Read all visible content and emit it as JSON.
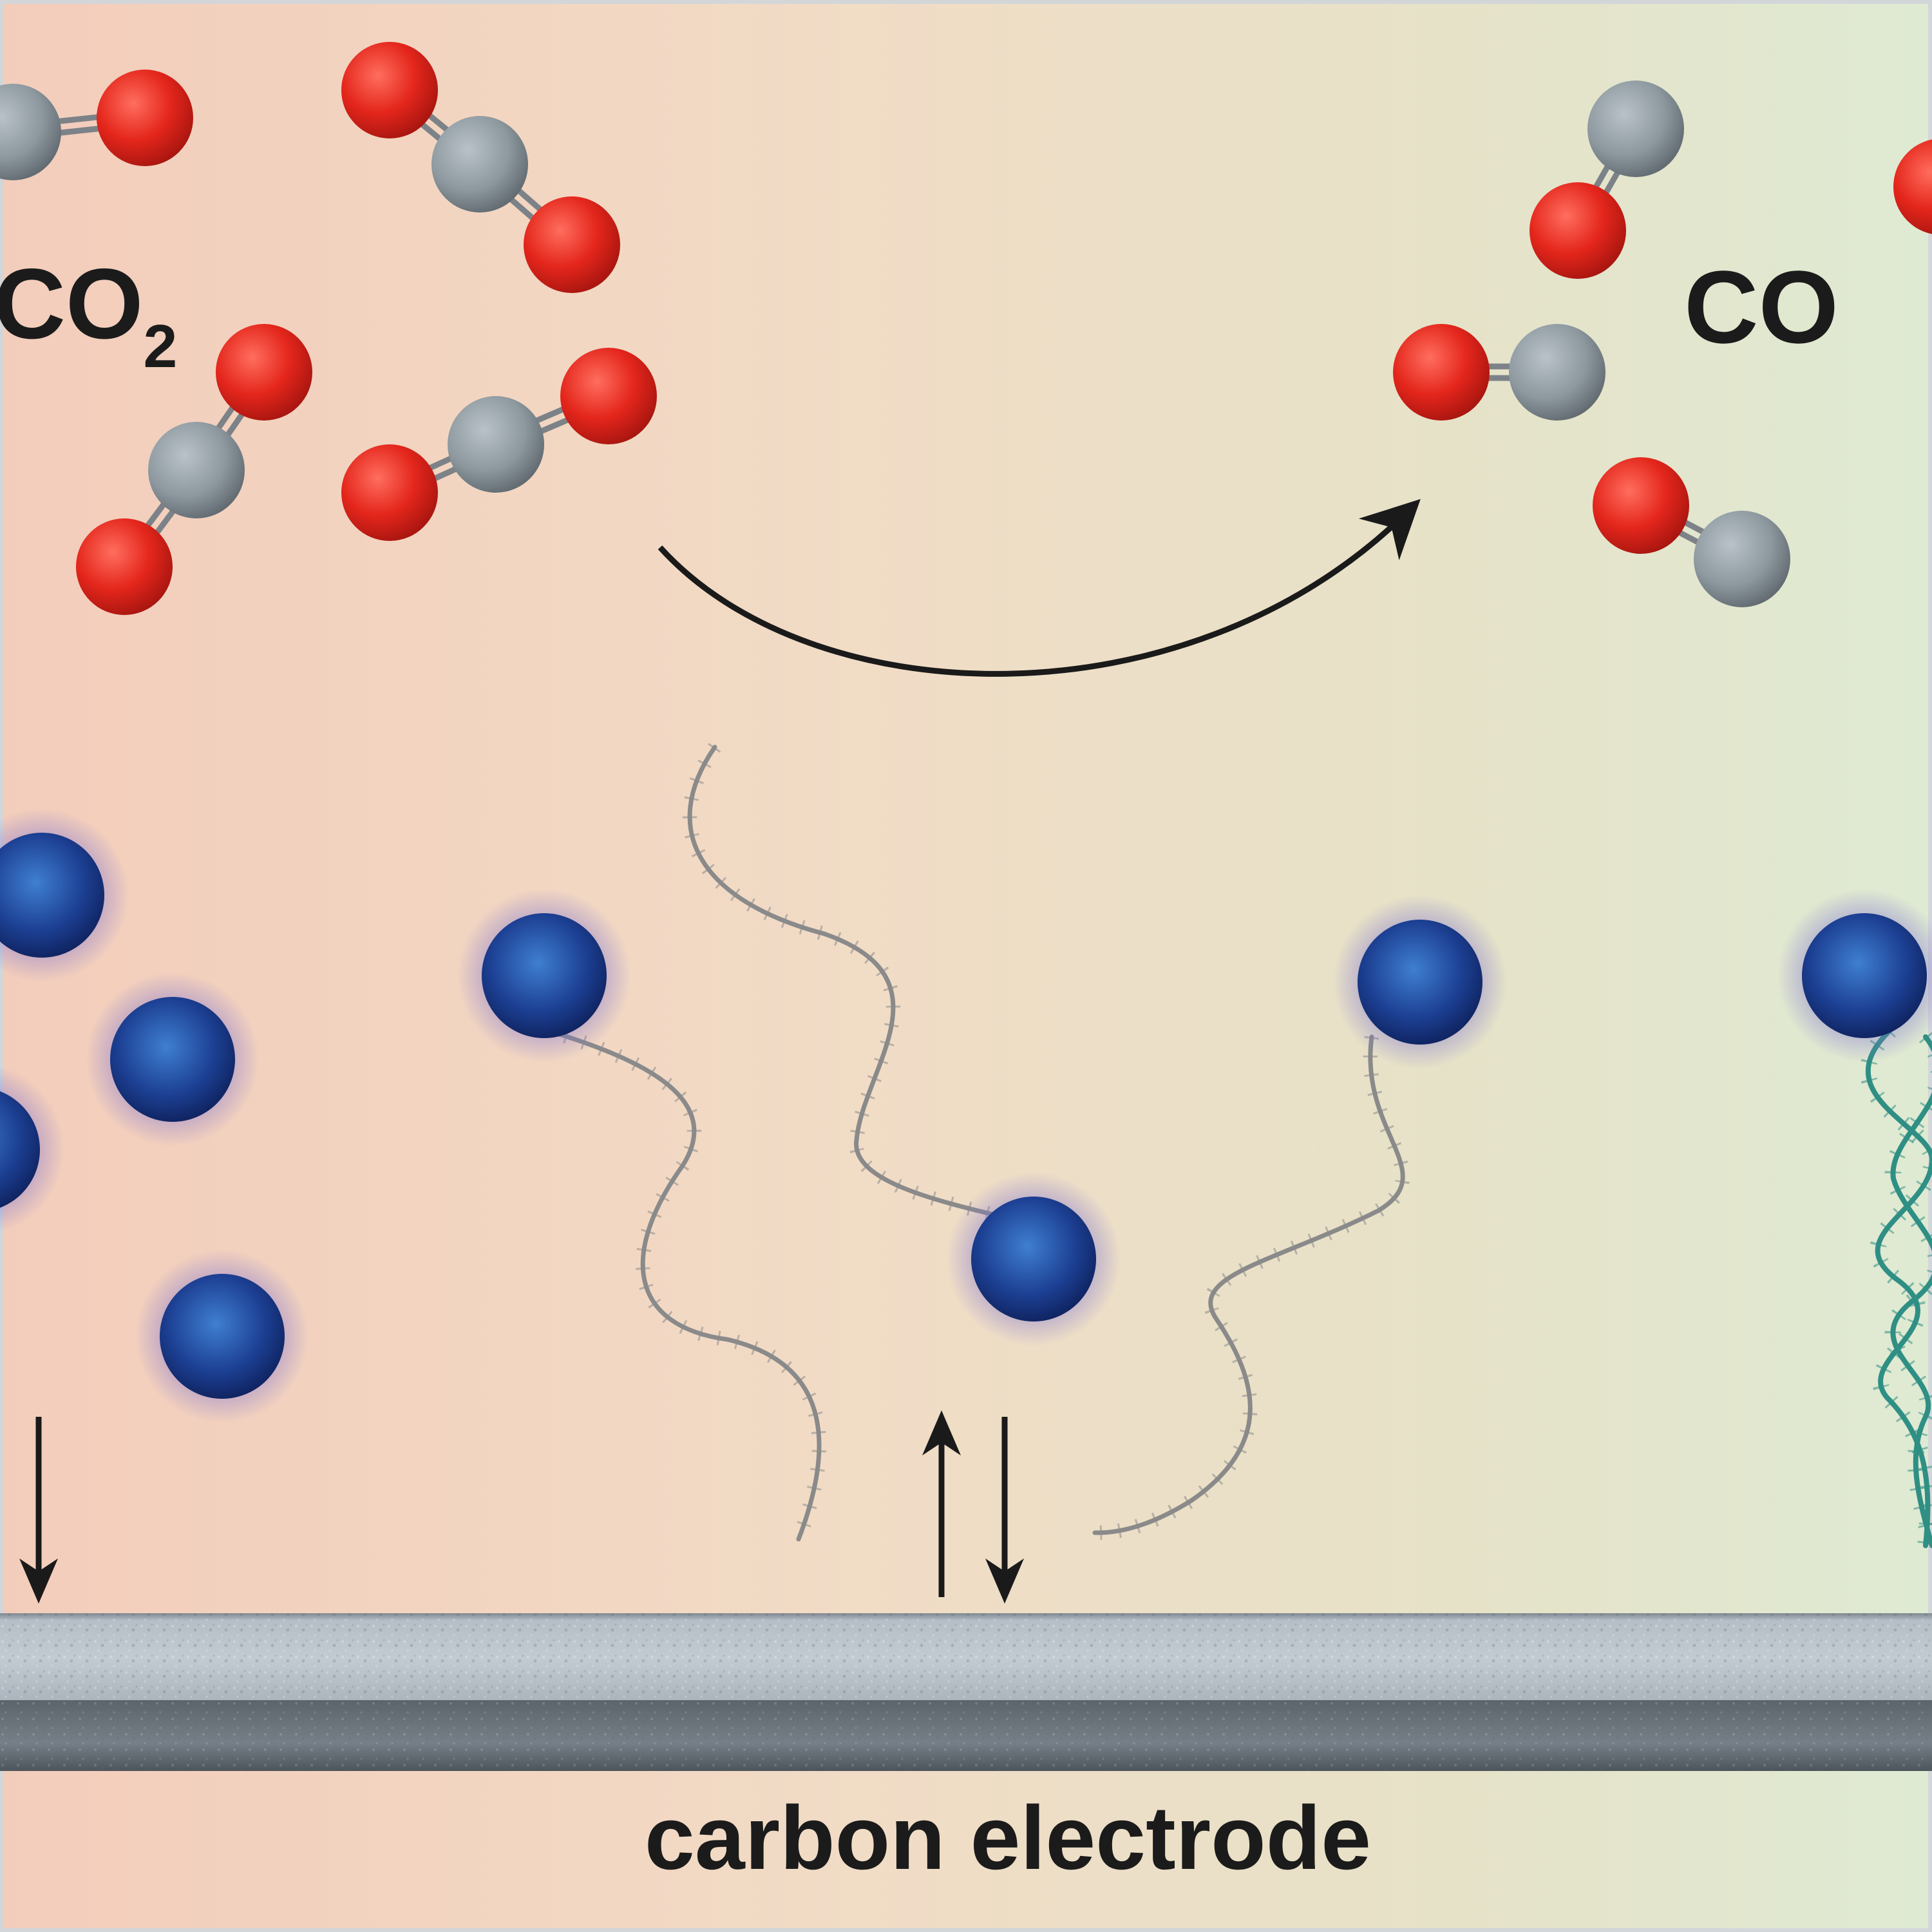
{
  "labels": {
    "reactant": "CO",
    "reactant_subscript": "2",
    "product": "CO",
    "electrode": "carbon electrode"
  },
  "colors": {
    "oxygen": "#e5241c",
    "carbon": "#8f9aa1",
    "nanoparticle": "#1b3a8c",
    "dna_single": "#8e8e8e",
    "dna_double": "#2f8f84",
    "electrode": "#9aa4ad",
    "arrow": "#1a1a1a"
  },
  "icons": {
    "reaction_arrow": "curved-arrow-icon",
    "electron_transfer": "double-arrow-icon"
  }
}
